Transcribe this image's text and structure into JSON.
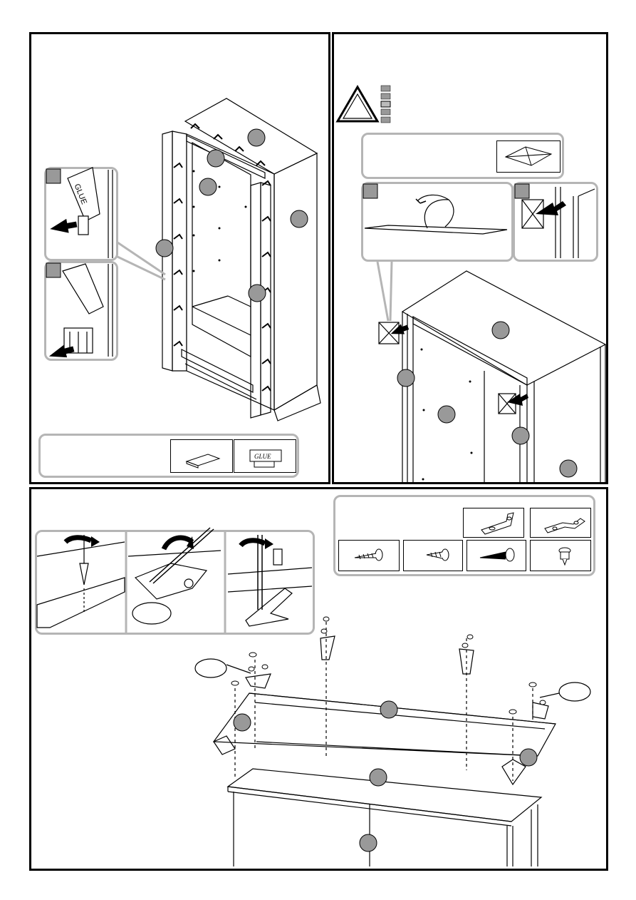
{
  "page": {
    "background": "#ffffff",
    "line_color": "#000000",
    "callout_border_color": "#b5b5b5",
    "marker_fill": "#999999"
  },
  "step1": {
    "glue_tube_label": "GLUE",
    "parts_tray_items": [
      "dowel-plug-icon",
      "glue-bottle-icon"
    ],
    "glue_bottle_label": "GLUE"
  },
  "step2": {
    "warning_icon": "warning-triangle-icon",
    "legend_swatch_count": 5,
    "parts_tray_items": [
      "corner-cap-icon"
    ]
  },
  "step3": {
    "parts_tray_top": [
      "angle-bracket-icon",
      "flat-bracket-icon"
    ],
    "parts_tray_bottom": [
      "wood-screw-icon",
      "short-screw-icon",
      "long-screw-icon",
      "cam-screw-icon"
    ]
  }
}
